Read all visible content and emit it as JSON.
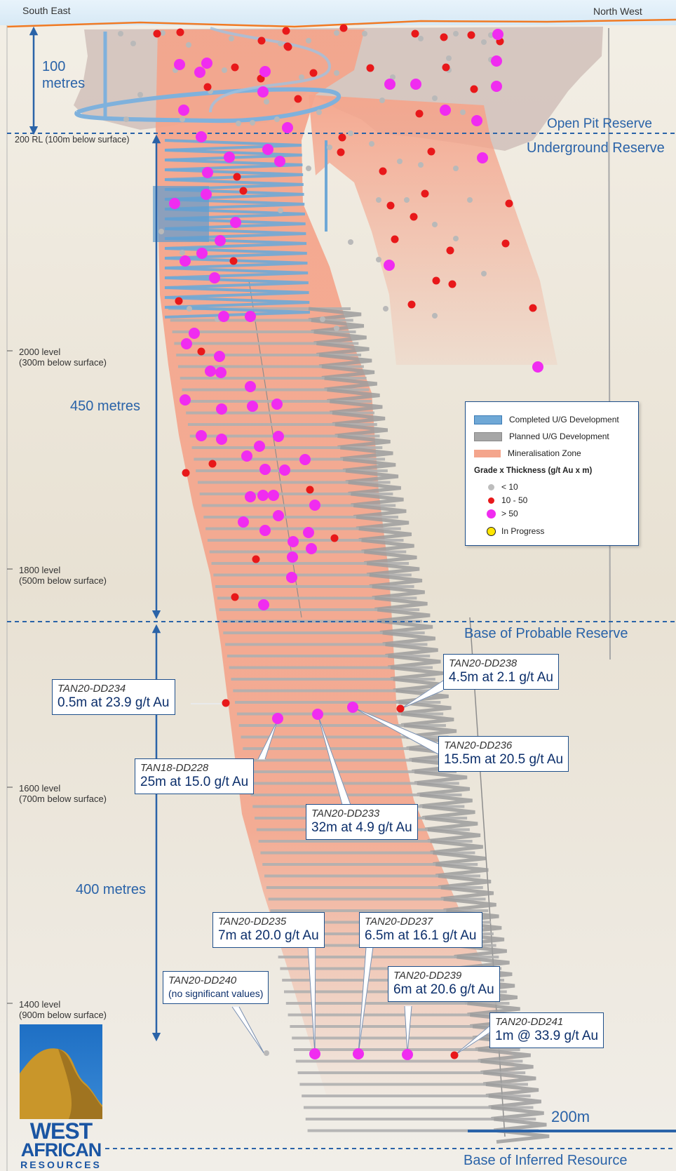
{
  "orientation": {
    "left": "South East",
    "right": "North West"
  },
  "scale_labels": {
    "top_value": "100",
    "top_unit": "metres",
    "middle": "450 metres",
    "lower": "400 metres",
    "scale_bar": "200m"
  },
  "zones": {
    "open_pit": "Open Pit Reserve",
    "underground": "Underground Reserve",
    "probable_base": "Base of Probable Reserve",
    "inferred_base": "Base of Inferred Resource"
  },
  "levels": [
    {
      "name": "200 RL (100m below surface)",
      "second": ""
    },
    {
      "name": "2000 level",
      "second": "(300m below surface)"
    },
    {
      "name": "1800 level",
      "second": "(500m below surface)"
    },
    {
      "name": "1600 level",
      "second": "(700m below surface)"
    },
    {
      "name": "1400 level",
      "second": "(900m below surface)"
    }
  ],
  "legend": {
    "completed": "Completed U/G Development",
    "planned": "Planned U/G Development",
    "mineral": "Mineralisation Zone",
    "grade_title": "Grade x Thickness (g/t Au x m)",
    "lt10": "< 10",
    "mid": "10 - 50",
    "gt50": "> 50",
    "progress": "In Progress",
    "colors": {
      "completed": "#6fa8d6",
      "planned": "#a6a6a6",
      "mineral": "#f4a58c",
      "lt10": "#bdbdbd",
      "mid": "#e8181a",
      "gt50": "#f02cf0",
      "progress": "#ffe600"
    }
  },
  "callouts": [
    {
      "hole": "TAN20-DD234",
      "result": "0.5m at 23.9 g/t Au"
    },
    {
      "hole": "TAN20-DD238",
      "result": "4.5m at 2.1 g/t Au"
    },
    {
      "hole": "TAN20-DD236",
      "result": "15.5m at 20.5 g/t Au"
    },
    {
      "hole": "TAN18-DD228",
      "result": "25m at 15.0 g/t Au"
    },
    {
      "hole": "TAN20-DD233",
      "result": "32m at 4.9 g/t Au"
    },
    {
      "hole": "TAN20-DD235",
      "result": "7m at 20.0 g/t Au"
    },
    {
      "hole": "TAN20-DD237",
      "result": "6.5m at 16.1 g/t Au"
    },
    {
      "hole": "TAN20-DD239",
      "result": "6m at 20.6 g/t Au"
    },
    {
      "hole": "TAN20-DD240",
      "result": "(no significant values)"
    },
    {
      "hole": "TAN20-DD241",
      "result": "1m @ 33.9 g/t Au"
    }
  ],
  "logo": {
    "line1": "WEST",
    "line2": "AFRICAN",
    "line3": "RESOURCES"
  }
}
